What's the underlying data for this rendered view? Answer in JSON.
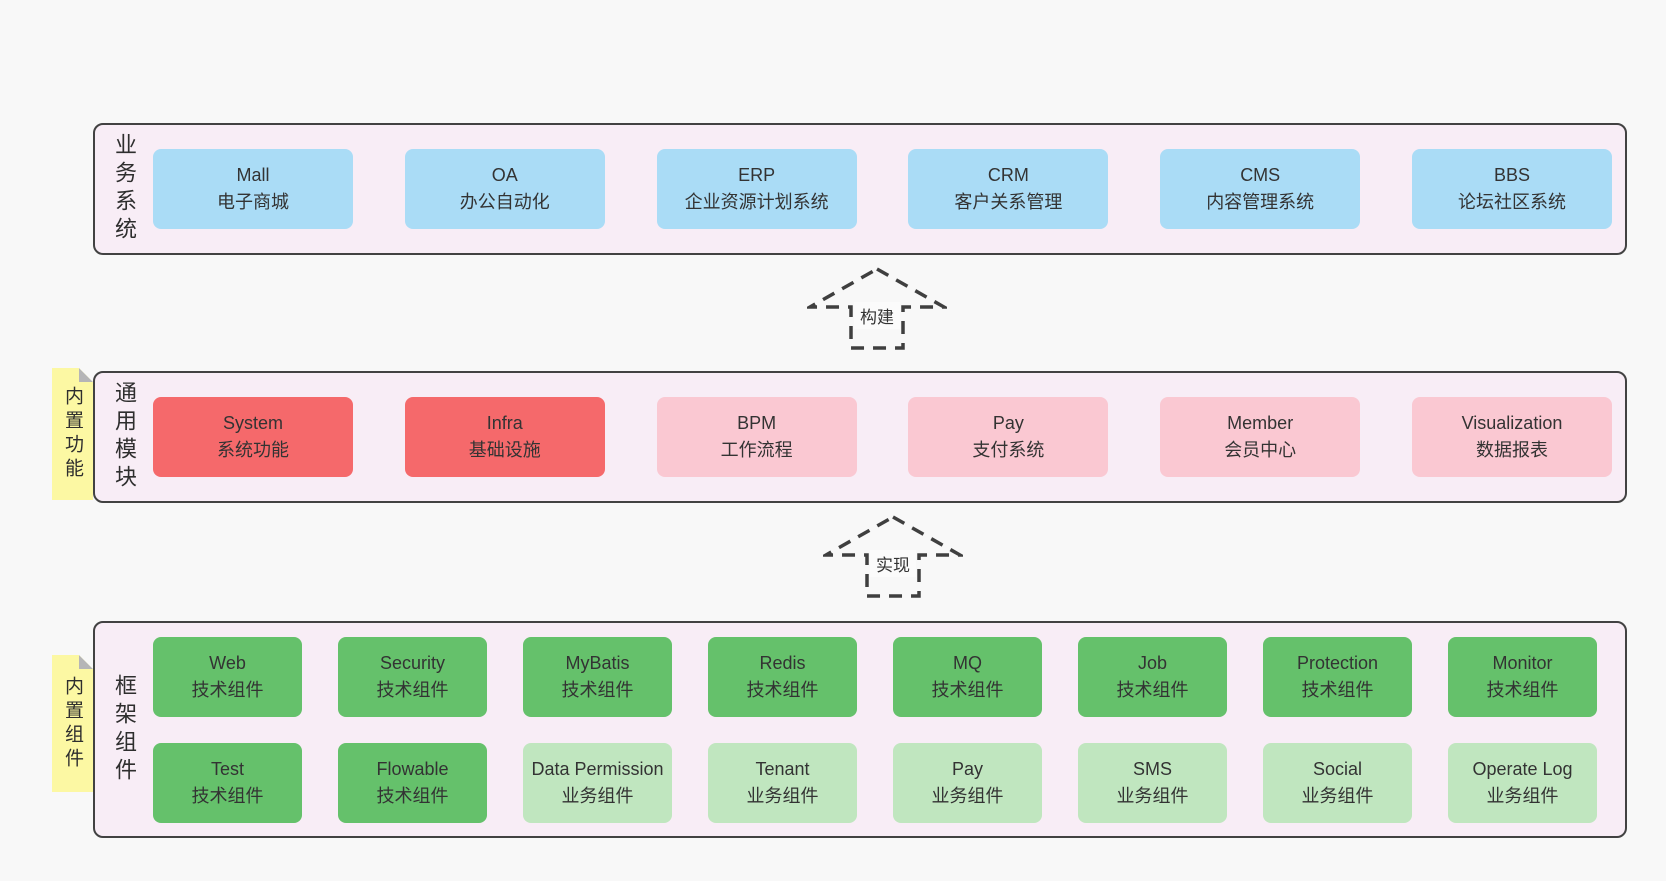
{
  "colors": {
    "page_background": "#f8f8f8",
    "panel_background": "#f8edf6",
    "panel_border": "#424242",
    "business_box": "#aadcf6",
    "core_module_box": "#f5696b",
    "optional_module_box": "#fac8d2",
    "tech_component_box": "#65c16b",
    "biz_component_box": "#c0e6bf",
    "sticky_note": "#fcf8a3",
    "text": "#333333"
  },
  "arrows": [
    {
      "label": "构建"
    },
    {
      "label": "实现"
    }
  ],
  "layers": [
    {
      "label": "业务系统",
      "boxes": [
        {
          "title": "Mall",
          "subtitle": "电子商城"
        },
        {
          "title": "OA",
          "subtitle": "办公自动化"
        },
        {
          "title": "ERP",
          "subtitle": "企业资源计划系统"
        },
        {
          "title": "CRM",
          "subtitle": "客户关系管理"
        },
        {
          "title": "CMS",
          "subtitle": "内容管理系统"
        },
        {
          "title": "BBS",
          "subtitle": "论坛社区系统"
        }
      ]
    },
    {
      "label": "通用模块",
      "sticky": "内置功能",
      "boxes": [
        {
          "title": "System",
          "subtitle": "系统功能"
        },
        {
          "title": "Infra",
          "subtitle": "基础设施"
        },
        {
          "title": "BPM",
          "subtitle": "工作流程"
        },
        {
          "title": "Pay",
          "subtitle": "支付系统"
        },
        {
          "title": "Member",
          "subtitle": "会员中心"
        },
        {
          "title": "Visualization",
          "subtitle": "数据报表"
        }
      ]
    },
    {
      "label": "框架组件",
      "sticky": "内置组件",
      "row1": [
        {
          "title": "Web",
          "subtitle": "技术组件"
        },
        {
          "title": "Security",
          "subtitle": "技术组件"
        },
        {
          "title": "MyBatis",
          "subtitle": "技术组件"
        },
        {
          "title": "Redis",
          "subtitle": "技术组件"
        },
        {
          "title": "MQ",
          "subtitle": "技术组件"
        },
        {
          "title": "Job",
          "subtitle": "技术组件"
        },
        {
          "title": "Protection",
          "subtitle": "技术组件"
        },
        {
          "title": "Monitor",
          "subtitle": "技术组件"
        }
      ],
      "row2": [
        {
          "title": "Test",
          "subtitle": "技术组件"
        },
        {
          "title": "Flowable",
          "subtitle": "技术组件"
        },
        {
          "title": "Data Permission",
          "subtitle": "业务组件"
        },
        {
          "title": "Tenant",
          "subtitle": "业务组件"
        },
        {
          "title": "Pay",
          "subtitle": "业务组件"
        },
        {
          "title": "SMS",
          "subtitle": "业务组件"
        },
        {
          "title": "Social",
          "subtitle": "业务组件"
        },
        {
          "title": "Operate Log",
          "subtitle": "业务组件"
        }
      ]
    }
  ]
}
